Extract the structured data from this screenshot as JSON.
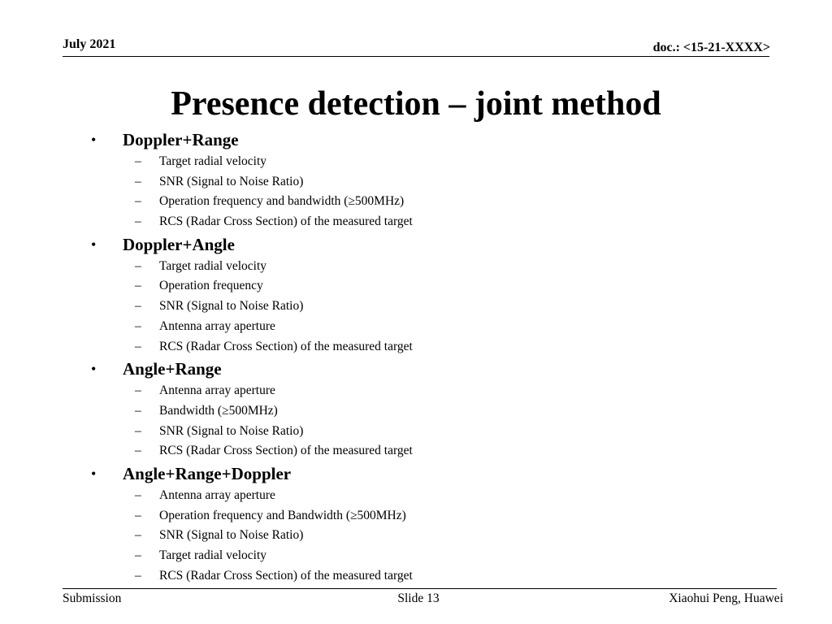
{
  "header": {
    "date": "July 2021",
    "doc": "doc.: <15-21-XXXX>"
  },
  "title": "Presence detection – joint method",
  "sections": [
    {
      "bullet": "•",
      "label": "Doppler+Range",
      "items": [
        "Target radial velocity",
        "SNR (Signal to Noise Ratio)",
        "Operation frequency and bandwidth (≥500MHz)",
        "RCS (Radar Cross Section) of the measured target"
      ]
    },
    {
      "bullet": "•",
      "label": "Doppler+Angle",
      "items": [
        "Target radial velocity",
        "Operation frequency",
        "SNR (Signal to Noise Ratio)",
        "Antenna array aperture",
        "RCS (Radar Cross Section) of the measured target"
      ]
    },
    {
      "bullet": "•",
      "label": "Angle+Range",
      "items": [
        "Antenna array aperture",
        "Bandwidth (≥500MHz)",
        "SNR (Signal to Noise Ratio)",
        "RCS (Radar Cross Section) of the measured target"
      ]
    },
    {
      "bullet": "•",
      "label": "Angle+Range+Doppler",
      "items": [
        "Antenna array aperture",
        "Operation frequency and Bandwidth (≥500MHz)",
        "SNR (Signal to Noise Ratio)",
        "Target radial velocity",
        "RCS (Radar Cross Section) of the measured target"
      ]
    }
  ],
  "sub_marker": "–",
  "footer": {
    "left": "Submission",
    "center": "Slide 13",
    "right": "Xiaohui Peng, Huawei"
  }
}
